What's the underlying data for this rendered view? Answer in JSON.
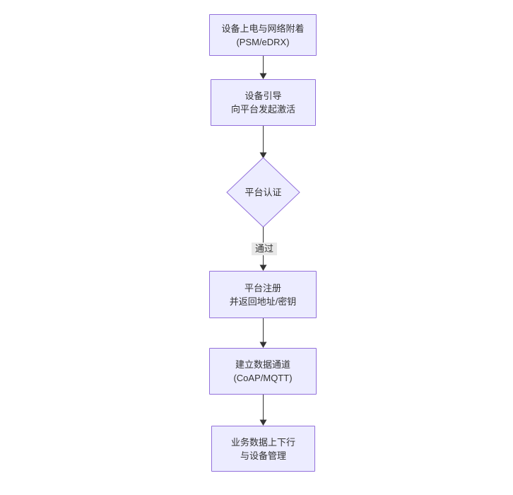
{
  "flowchart": {
    "type": "flowchart",
    "direction": "top-down",
    "colors": {
      "background": "#ffffff",
      "node_fill": "#ECECFF",
      "node_border": "#9370DB",
      "text": "#333333",
      "edge": "#333333",
      "edge_label_bg": "#e8e8e8"
    },
    "nodes": [
      {
        "id": "power-on",
        "shape": "rect",
        "lines": [
          "设备上电与网络附着",
          "(PSM/eDRX)"
        ]
      },
      {
        "id": "bootstrap",
        "shape": "rect",
        "lines": [
          "设备引导",
          "向平台发起激活"
        ]
      },
      {
        "id": "platform-auth",
        "shape": "diamond",
        "lines": [
          "平台认证"
        ]
      },
      {
        "id": "platform-register",
        "shape": "rect",
        "lines": [
          "平台注册",
          "并返回地址/密钥"
        ]
      },
      {
        "id": "data-channel",
        "shape": "rect",
        "lines": [
          "建立数据通道",
          "(CoAP/MQTT)"
        ]
      },
      {
        "id": "business-data",
        "shape": "rect",
        "lines": [
          "业务数据上下行",
          "与设备管理"
        ]
      }
    ],
    "edges": [
      {
        "from": "power-on",
        "to": "bootstrap",
        "label": ""
      },
      {
        "from": "bootstrap",
        "to": "platform-auth",
        "label": ""
      },
      {
        "from": "platform-auth",
        "to": "platform-register",
        "label": "通过"
      },
      {
        "from": "platform-register",
        "to": "data-channel",
        "label": ""
      },
      {
        "from": "data-channel",
        "to": "business-data",
        "label": ""
      }
    ]
  }
}
